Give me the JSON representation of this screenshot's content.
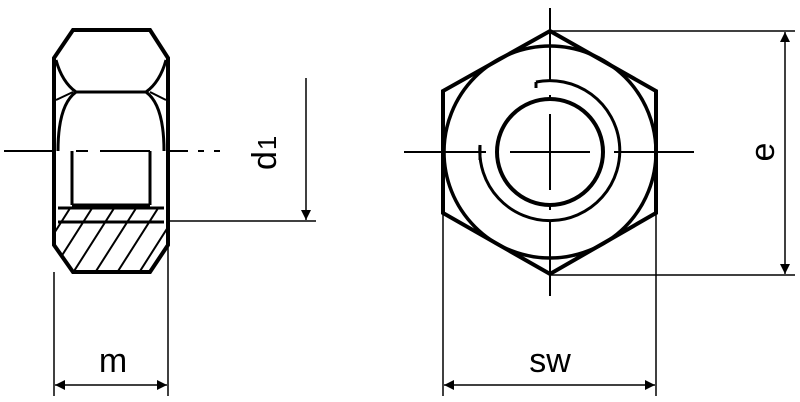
{
  "drawing": {
    "subject": "hex-nut",
    "labels": {
      "thread_diameter": "d",
      "thread_diameter_sub": "1",
      "height": "m",
      "width_across_flats": "sw",
      "width_across_corners": "e"
    },
    "colors": {
      "line": "#000000",
      "background": "#ffffff"
    }
  }
}
